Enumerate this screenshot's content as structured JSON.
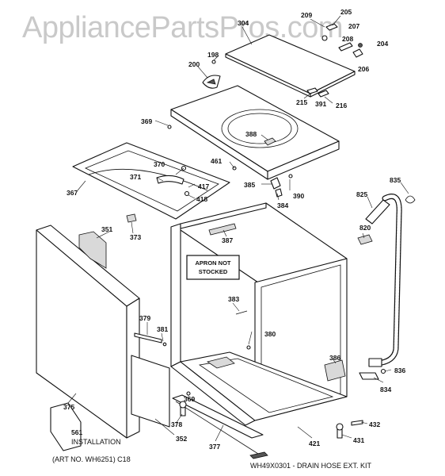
{
  "watermark": "AppliancePartsPros.com",
  "note_box": {
    "line1": "APRON NOT",
    "line2": "STOCKED"
  },
  "labels": {
    "p204": "204",
    "p205": "205",
    "p206": "206",
    "p207": "207",
    "p208": "208",
    "p209": "209",
    "p198": "198",
    "p200": "200",
    "p304": "304",
    "p215": "215",
    "p216": "216",
    "p391": "391",
    "p369a": "369",
    "p388": "388",
    "p461": "461",
    "p370": "370",
    "p371": "371",
    "p417": "417",
    "p418": "418",
    "p367": "367",
    "p385": "385",
    "p390": "390",
    "p384": "384",
    "p373": "373",
    "p387": "387",
    "p835": "835",
    "p825": "825",
    "p820": "820",
    "p351": "351",
    "p383": "383",
    "p380": "380",
    "p379": "379",
    "p381": "381",
    "p386": "386",
    "p836": "836",
    "p834": "834",
    "p375": "375",
    "p369b": "369",
    "p378": "378",
    "p352": "352",
    "p377": "377",
    "p421": "421",
    "p432": "432",
    "p431": "431",
    "p561": "561"
  },
  "captions": {
    "installation": "INSTALLATION",
    "art_no": "(ART NO. WH6251) C18",
    "kit": "WH49X0301 - DRAIN HOSE EXT. KIT"
  }
}
